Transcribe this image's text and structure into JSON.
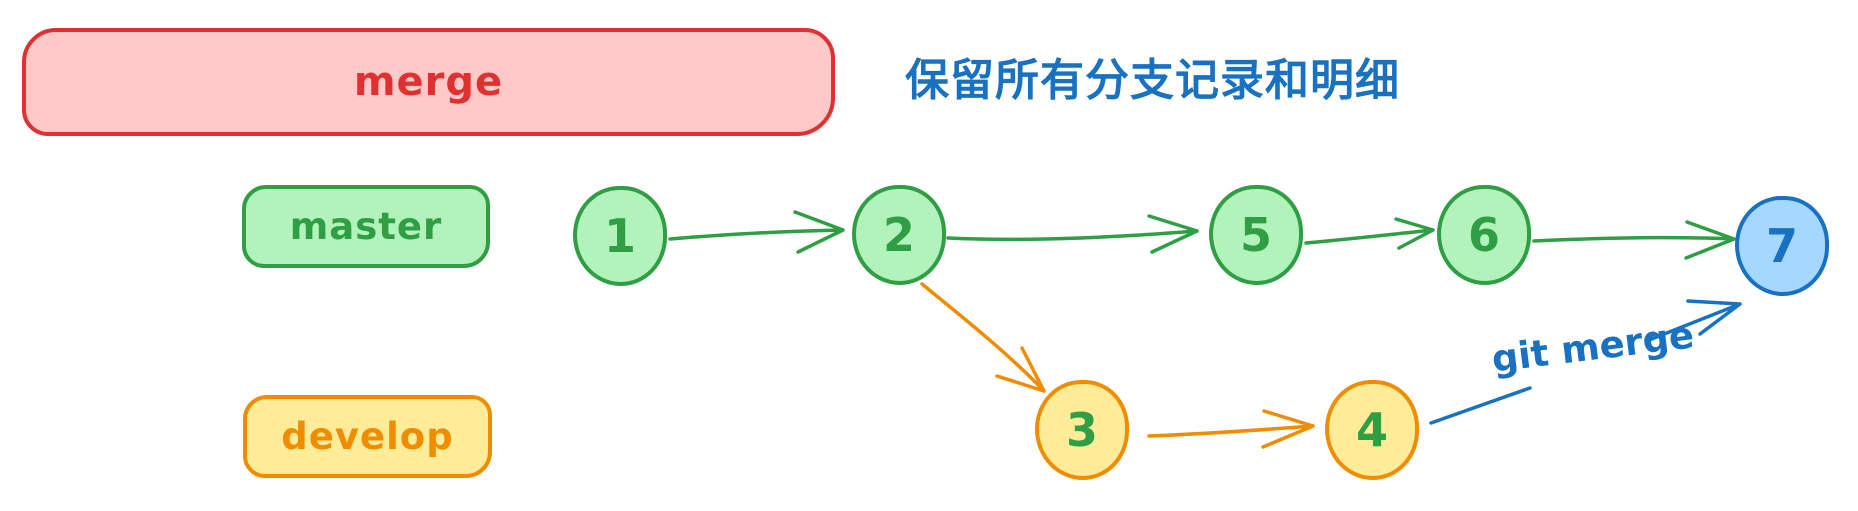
{
  "diagram": {
    "merge_box_label": "merge",
    "note_text": "保留所有分支记录和明细",
    "master_label": "master",
    "develop_label": "develop",
    "git_merge_label": "git merge",
    "commits": [
      "1",
      "2",
      "3",
      "4",
      "5",
      "6",
      "7"
    ]
  },
  "palette": {
    "red_stroke": "#e03131",
    "red_fill": "#ffc9c9",
    "green_stroke": "#2f9e44",
    "green_fill": "#b2f2bb",
    "orange_stroke": "#f08c00",
    "yellow_fill": "#ffec99",
    "blue_stroke": "#1971c2",
    "blue_fill": "#a5d8ff"
  }
}
